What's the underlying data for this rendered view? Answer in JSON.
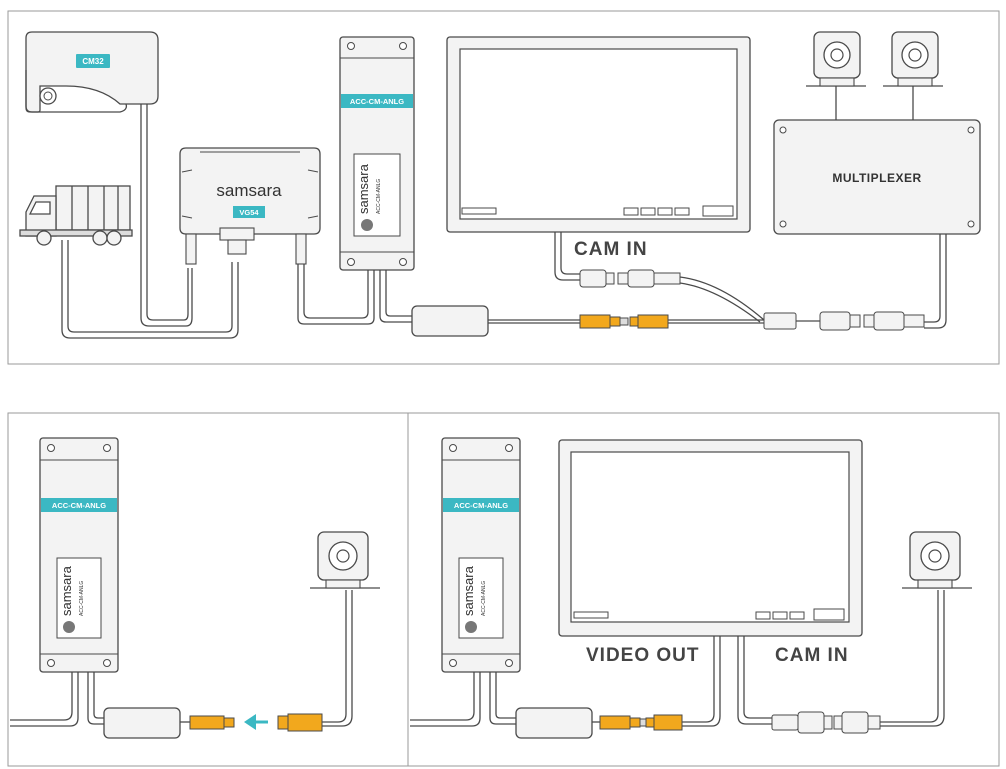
{
  "colors": {
    "accent": "#3bb8c3",
    "connector": "#f2a81d",
    "device_fill": "#f3f3f3",
    "stroke": "#4a4a4a",
    "panel_border": "#9a9a9a"
  },
  "top_panel": {
    "cm32_tag": "CM32",
    "vg54_brand": "samsara",
    "vg54_tag": "VG54",
    "acc_tag": "ACC-CM-ANLG",
    "acc_brand": "samsara",
    "acc_model": "ACC-CM-ANLG",
    "cam_in_label": "CAM IN",
    "multiplexer_label": "MULTIPLEXER"
  },
  "bottom_left_panel": {
    "acc_tag": "ACC-CM-ANLG",
    "acc_brand": "samsara",
    "acc_model": "ACC-CM-ANLG"
  },
  "bottom_right_panel": {
    "acc_tag": "ACC-CM-ANLG",
    "acc_brand": "samsara",
    "acc_model": "ACC-CM-ANLG",
    "video_out_label": "VIDEO OUT",
    "cam_in_label": "CAM IN"
  }
}
